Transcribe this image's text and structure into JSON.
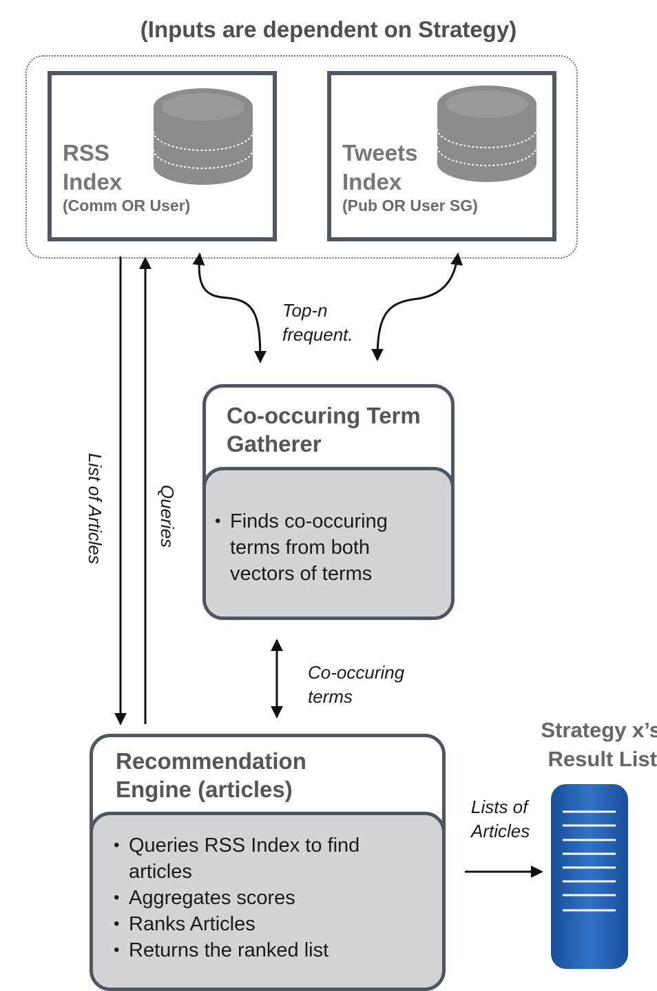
{
  "header": "(Inputs are dependent on Strategy)",
  "rss_index": {
    "title_line1": "RSS",
    "title_line2": "Index",
    "subtitle": "(Comm OR User)"
  },
  "tweets_index": {
    "title_line1": "Tweets",
    "title_line2": "Index",
    "subtitle": "(Pub OR User SG)"
  },
  "edges": {
    "top_n_line1": "Top-n",
    "top_n_line2": "frequent.",
    "list_of_articles": "List of Articles",
    "queries": "Queries",
    "co_occuring_line1": "Co-occuring",
    "co_occuring_line2": "terms",
    "lists_of_line1": "Lists of",
    "lists_of_line2": "Articles"
  },
  "gatherer": {
    "title_line1": "Co-occuring Term",
    "title_line2": "Gatherer",
    "bullets": [
      "Finds co-occuring terms from both vectors of terms"
    ]
  },
  "engine": {
    "title_line1": "Recommendation",
    "title_line2": "Engine (articles)",
    "bullets": [
      "Queries RSS Index to find articles",
      "Aggregates scores",
      "Ranks Articles",
      "Returns the ranked list"
    ]
  },
  "result": {
    "title_line1": "Strategy x’s",
    "title_line2": "Result List"
  },
  "colors": {
    "frame": "#4d5662",
    "inner_fill": "#d3d4d6",
    "db_gray": "#8c8c8c",
    "doc_blue": "#1f5fae"
  }
}
